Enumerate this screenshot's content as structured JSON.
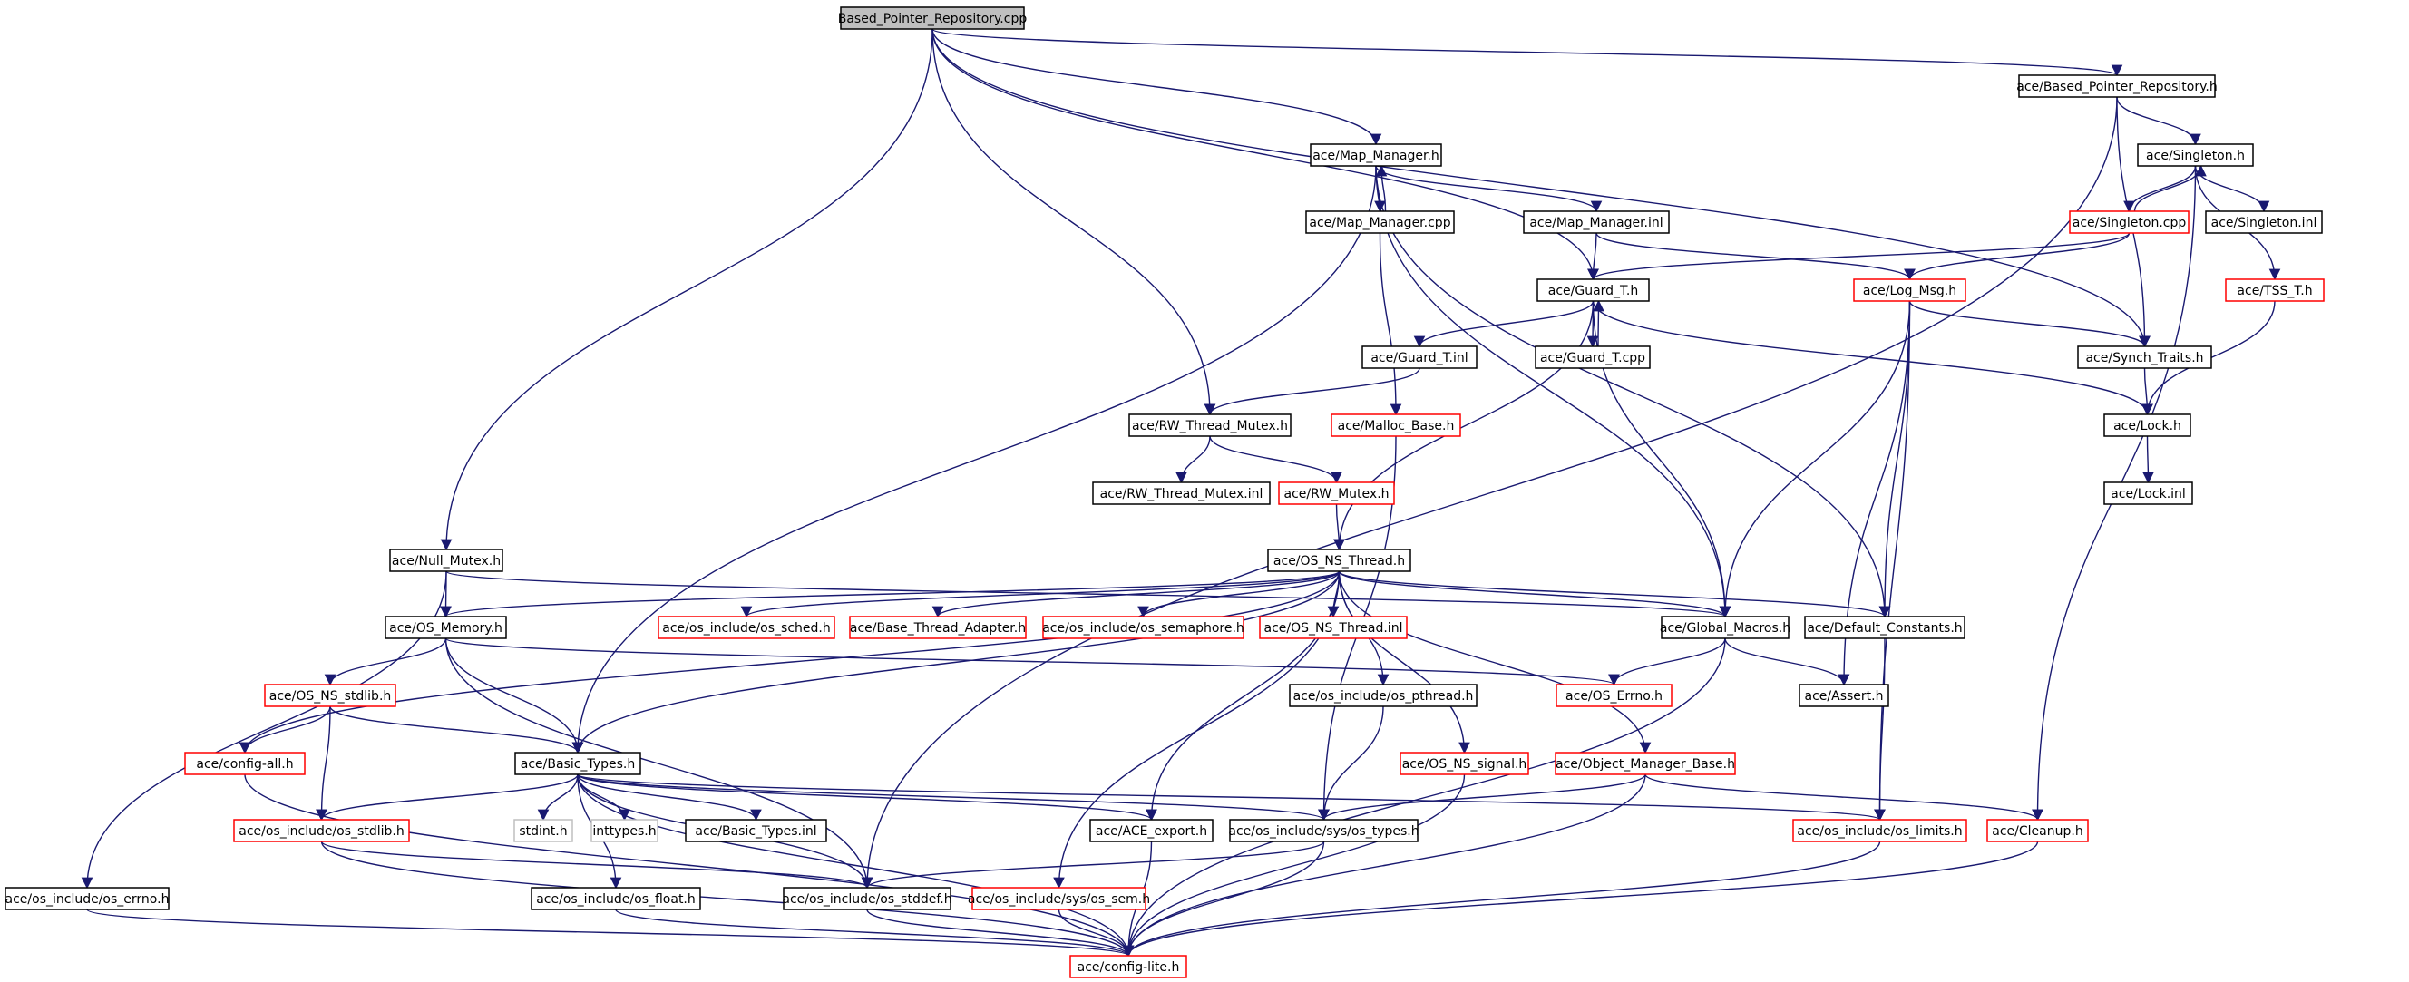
{
  "diagram": {
    "title": "",
    "colors": {
      "edge": "#191970",
      "border_default": "#000000",
      "border_red": "#ff0000",
      "border_light": "#bfbfbf",
      "fill_root": "#bfbfbf",
      "fill_default": "#ffffff"
    },
    "nodes": [
      {
        "id": "root",
        "label": "Based_Pointer_Repository.cpp",
        "style": "root"
      },
      {
        "id": "bpr_h",
        "label": "ace/Based_Pointer_Repository.h",
        "style": "black"
      },
      {
        "id": "map_manager_h",
        "label": "ace/Map_Manager.h",
        "style": "black"
      },
      {
        "id": "singleton_h",
        "label": "ace/Singleton.h",
        "style": "black"
      },
      {
        "id": "map_manager_cpp",
        "label": "ace/Map_Manager.cpp",
        "style": "black"
      },
      {
        "id": "map_manager_inl",
        "label": "ace/Map_Manager.inl",
        "style": "black"
      },
      {
        "id": "singleton_cpp",
        "label": "ace/Singleton.cpp",
        "style": "red"
      },
      {
        "id": "singleton_inl",
        "label": "ace/Singleton.inl",
        "style": "black"
      },
      {
        "id": "guard_t_h",
        "label": "ace/Guard_T.h",
        "style": "black"
      },
      {
        "id": "log_msg_h",
        "label": "ace/Log_Msg.h",
        "style": "red"
      },
      {
        "id": "tss_t_h",
        "label": "ace/TSS_T.h",
        "style": "red"
      },
      {
        "id": "guard_t_inl",
        "label": "ace/Guard_T.inl",
        "style": "black"
      },
      {
        "id": "guard_t_cpp",
        "label": "ace/Guard_T.cpp",
        "style": "black"
      },
      {
        "id": "synch_traits_h",
        "label": "ace/Synch_Traits.h",
        "style": "black"
      },
      {
        "id": "rw_thread_mutex_h",
        "label": "ace/RW_Thread_Mutex.h",
        "style": "black"
      },
      {
        "id": "malloc_base_h",
        "label": "ace/Malloc_Base.h",
        "style": "red"
      },
      {
        "id": "lock_h",
        "label": "ace/Lock.h",
        "style": "black"
      },
      {
        "id": "rw_thread_mutex_inl",
        "label": "ace/RW_Thread_Mutex.inl",
        "style": "black"
      },
      {
        "id": "rw_mutex_h",
        "label": "ace/RW_Mutex.h",
        "style": "red"
      },
      {
        "id": "lock_inl",
        "label": "ace/Lock.inl",
        "style": "black"
      },
      {
        "id": "null_mutex_h",
        "label": "ace/Null_Mutex.h",
        "style": "black"
      },
      {
        "id": "os_ns_thread_h",
        "label": "ace/OS_NS_Thread.h",
        "style": "black"
      },
      {
        "id": "os_memory_h",
        "label": "ace/OS_Memory.h",
        "style": "black"
      },
      {
        "id": "os_sched_h",
        "label": "ace/os_include/os_sched.h",
        "style": "red"
      },
      {
        "id": "base_thread_adapter_h",
        "label": "ace/Base_Thread_Adapter.h",
        "style": "red"
      },
      {
        "id": "os_semaphore_h",
        "label": "ace/os_include/os_semaphore.h",
        "style": "red"
      },
      {
        "id": "os_ns_thread_inl",
        "label": "ace/OS_NS_Thread.inl",
        "style": "red"
      },
      {
        "id": "global_macros_h",
        "label": "ace/Global_Macros.h",
        "style": "black"
      },
      {
        "id": "default_constants_h",
        "label": "ace/Default_Constants.h",
        "style": "black"
      },
      {
        "id": "os_ns_stdlib_h",
        "label": "ace/OS_NS_stdlib.h",
        "style": "red"
      },
      {
        "id": "os_pthread_h",
        "label": "ace/os_include/os_pthread.h",
        "style": "black"
      },
      {
        "id": "os_errno_ace_h",
        "label": "ace/OS_Errno.h",
        "style": "red"
      },
      {
        "id": "assert_h",
        "label": "ace/Assert.h",
        "style": "black"
      },
      {
        "id": "config_all_h",
        "label": "ace/config-all.h",
        "style": "red"
      },
      {
        "id": "basic_types_h",
        "label": "ace/Basic_Types.h",
        "style": "black"
      },
      {
        "id": "os_ns_signal_h",
        "label": "ace/OS_NS_signal.h",
        "style": "red"
      },
      {
        "id": "object_manager_base_h",
        "label": "ace/Object_Manager_Base.h",
        "style": "red"
      },
      {
        "id": "os_include_os_stdlib_h",
        "label": "ace/os_include/os_stdlib.h",
        "style": "red"
      },
      {
        "id": "stdint_h",
        "label": "stdint.h",
        "style": "light"
      },
      {
        "id": "inttypes_h",
        "label": "inttypes.h",
        "style": "light"
      },
      {
        "id": "basic_types_inl",
        "label": "ace/Basic_Types.inl",
        "style": "black"
      },
      {
        "id": "ace_export_h",
        "label": "ace/ACE_export.h",
        "style": "black"
      },
      {
        "id": "os_types_h",
        "label": "ace/os_include/sys/os_types.h",
        "style": "black"
      },
      {
        "id": "os_limits_h",
        "label": "ace/os_include/os_limits.h",
        "style": "red"
      },
      {
        "id": "cleanup_h",
        "label": "ace/Cleanup.h",
        "style": "red"
      },
      {
        "id": "os_errno_h",
        "label": "ace/os_include/os_errno.h",
        "style": "black"
      },
      {
        "id": "os_float_h",
        "label": "ace/os_include/os_float.h",
        "style": "black"
      },
      {
        "id": "os_stddef_h",
        "label": "ace/os_include/os_stddef.h",
        "style": "black"
      },
      {
        "id": "os_sem_h",
        "label": "ace/os_include/sys/os_sem.h",
        "style": "red"
      },
      {
        "id": "config_lite_h",
        "label": "ace/config-lite.h",
        "style": "red"
      }
    ],
    "edges": [
      [
        "root",
        "bpr_h"
      ],
      [
        "root",
        "map_manager_h"
      ],
      [
        "root",
        "guard_t_h"
      ],
      [
        "root",
        "rw_thread_mutex_h"
      ],
      [
        "root",
        "null_mutex_h"
      ],
      [
        "root",
        "synch_traits_h"
      ],
      [
        "bpr_h",
        "singleton_h"
      ],
      [
        "bpr_h",
        "synch_traits_h"
      ],
      [
        "bpr_h",
        "os_stddef_h"
      ],
      [
        "map_manager_h",
        "map_manager_cpp"
      ],
      [
        "map_manager_cpp",
        "map_manager_h"
      ],
      [
        "map_manager_h",
        "map_manager_inl"
      ],
      [
        "map_manager_h",
        "global_macros_h"
      ],
      [
        "map_manager_h",
        "default_constants_h"
      ],
      [
        "map_manager_h",
        "basic_types_h"
      ],
      [
        "singleton_h",
        "singleton_cpp"
      ],
      [
        "singleton_cpp",
        "singleton_h"
      ],
      [
        "singleton_h",
        "singleton_inl"
      ],
      [
        "singleton_h",
        "tss_t_h"
      ],
      [
        "singleton_h",
        "cleanup_h"
      ],
      [
        "map_manager_cpp",
        "malloc_base_h"
      ],
      [
        "map_manager_inl",
        "guard_t_h"
      ],
      [
        "map_manager_inl",
        "log_msg_h"
      ],
      [
        "singleton_cpp",
        "guard_t_h"
      ],
      [
        "singleton_cpp",
        "log_msg_h"
      ],
      [
        "guard_t_h",
        "guard_t_inl"
      ],
      [
        "guard_t_h",
        "guard_t_cpp"
      ],
      [
        "guard_t_cpp",
        "guard_t_h"
      ],
      [
        "guard_t_h",
        "lock_h"
      ],
      [
        "guard_t_h",
        "global_macros_h"
      ],
      [
        "guard_t_h",
        "os_ns_thread_h"
      ],
      [
        "log_msg_h",
        "synch_traits_h"
      ],
      [
        "log_msg_h",
        "global_macros_h"
      ],
      [
        "log_msg_h",
        "default_constants_h"
      ],
      [
        "log_msg_h",
        "assert_h"
      ],
      [
        "log_msg_h",
        "os_limits_h"
      ],
      [
        "tss_t_h",
        "lock_h"
      ],
      [
        "guard_t_inl",
        "rw_thread_mutex_h"
      ],
      [
        "synch_traits_h",
        "lock_h"
      ],
      [
        "rw_thread_mutex_h",
        "rw_thread_mutex_inl"
      ],
      [
        "rw_thread_mutex_h",
        "rw_mutex_h"
      ],
      [
        "rw_mutex_h",
        "os_ns_thread_h"
      ],
      [
        "lock_h",
        "lock_inl"
      ],
      [
        "malloc_base_h",
        "os_types_h"
      ],
      [
        "null_mutex_h",
        "os_memory_h"
      ],
      [
        "null_mutex_h",
        "global_macros_h"
      ],
      [
        "null_mutex_h",
        "os_errno_h"
      ],
      [
        "os_ns_thread_h",
        "os_memory_h"
      ],
      [
        "os_ns_thread_h",
        "os_sched_h"
      ],
      [
        "os_ns_thread_h",
        "base_thread_adapter_h"
      ],
      [
        "os_ns_thread_h",
        "os_semaphore_h"
      ],
      [
        "os_ns_thread_h",
        "os_ns_thread_inl"
      ],
      [
        "os_ns_thread_h",
        "global_macros_h"
      ],
      [
        "os_ns_thread_h",
        "default_constants_h"
      ],
      [
        "os_ns_thread_h",
        "os_pthread_h"
      ],
      [
        "os_ns_thread_h",
        "os_ns_signal_h"
      ],
      [
        "os_ns_thread_h",
        "object_manager_base_h"
      ],
      [
        "os_ns_thread_h",
        "ace_export_h"
      ],
      [
        "os_ns_thread_h",
        "os_sem_h"
      ],
      [
        "os_ns_thread_h",
        "basic_types_h"
      ],
      [
        "os_ns_thread_h",
        "config_all_h"
      ],
      [
        "os_memory_h",
        "os_ns_stdlib_h"
      ],
      [
        "os_memory_h",
        "basic_types_h"
      ],
      [
        "os_memory_h",
        "os_errno_ace_h"
      ],
      [
        "os_memory_h",
        "os_stddef_h"
      ],
      [
        "global_macros_h",
        "assert_h"
      ],
      [
        "global_macros_h",
        "os_errno_ace_h"
      ],
      [
        "global_macros_h",
        "config_lite_h"
      ],
      [
        "default_constants_h",
        "os_limits_h"
      ],
      [
        "os_ns_stdlib_h",
        "config_all_h"
      ],
      [
        "os_ns_stdlib_h",
        "basic_types_h"
      ],
      [
        "os_ns_stdlib_h",
        "os_include_os_stdlib_h"
      ],
      [
        "os_pthread_h",
        "os_types_h"
      ],
      [
        "config_all_h",
        "config_lite_h"
      ],
      [
        "basic_types_h",
        "os_include_os_stdlib_h"
      ],
      [
        "basic_types_h",
        "stdint_h"
      ],
      [
        "basic_types_h",
        "inttypes_h"
      ],
      [
        "basic_types_h",
        "basic_types_inl"
      ],
      [
        "basic_types_h",
        "ace_export_h"
      ],
      [
        "basic_types_h",
        "os_types_h"
      ],
      [
        "basic_types_h",
        "os_limits_h"
      ],
      [
        "basic_types_h",
        "os_float_h"
      ],
      [
        "basic_types_h",
        "os_stddef_h"
      ],
      [
        "basic_types_h",
        "config_lite_h"
      ],
      [
        "os_ns_signal_h",
        "config_lite_h"
      ],
      [
        "object_manager_base_h",
        "cleanup_h"
      ],
      [
        "object_manager_base_h",
        "os_types_h"
      ],
      [
        "object_manager_base_h",
        "config_lite_h"
      ],
      [
        "os_include_os_stdlib_h",
        "os_stddef_h"
      ],
      [
        "os_include_os_stdlib_h",
        "config_lite_h"
      ],
      [
        "ace_export_h",
        "config_lite_h"
      ],
      [
        "os_types_h",
        "os_stddef_h"
      ],
      [
        "os_types_h",
        "config_lite_h"
      ],
      [
        "os_limits_h",
        "config_lite_h"
      ],
      [
        "cleanup_h",
        "config_lite_h"
      ],
      [
        "os_errno_h",
        "config_lite_h"
      ],
      [
        "os_float_h",
        "config_lite_h"
      ],
      [
        "os_stddef_h",
        "config_lite_h"
      ],
      [
        "os_sem_h",
        "config_lite_h"
      ]
    ]
  }
}
